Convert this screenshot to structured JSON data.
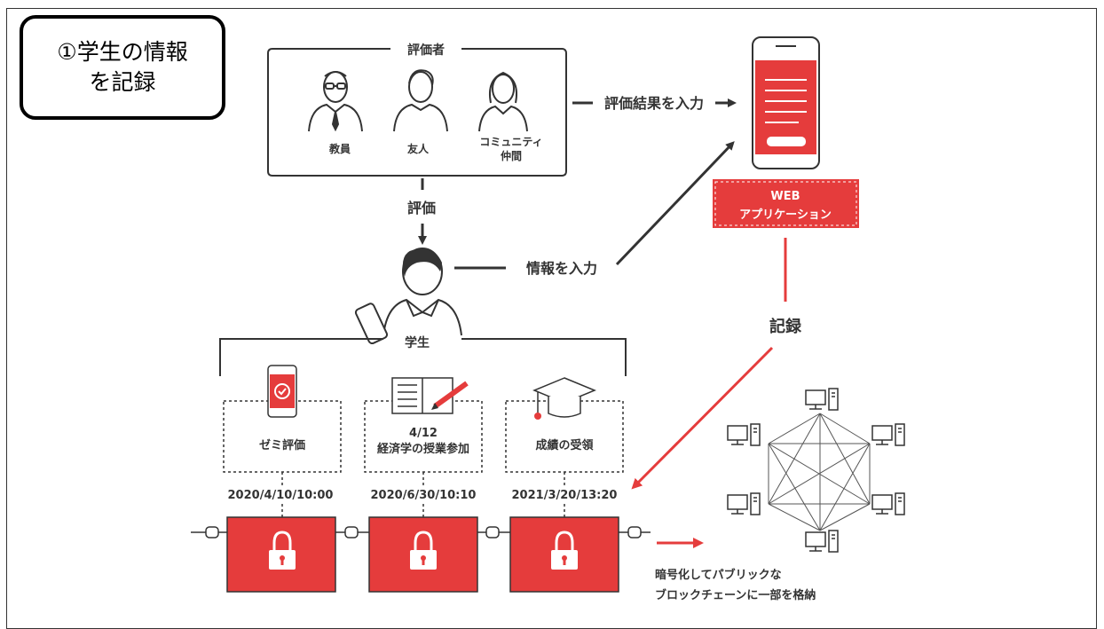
{
  "step": {
    "label": "①学生の情報\nを記録"
  },
  "evaluators": {
    "title": "評価者",
    "people": [
      {
        "label": "教員"
      },
      {
        "label": "友人"
      },
      {
        "label": "コミュニティ",
        "label2": "仲間"
      }
    ]
  },
  "flows": {
    "enter_results": "評価結果を入力",
    "evaluate": "評価",
    "enter_info": "情報を入力",
    "record": "記録"
  },
  "app": {
    "line1": "WEB",
    "line2": "アプリケーション"
  },
  "student": {
    "label": "学生"
  },
  "activities": [
    {
      "label": "ゼミ評価",
      "timestamp": "2020/4/10/10:00"
    },
    {
      "label_top": "4/12",
      "label": "経済学の授業参加",
      "timestamp": "2020/6/30/10:10"
    },
    {
      "label": "成績の受領",
      "timestamp": "2021/3/20/13:20"
    }
  ],
  "blockchain": {
    "line1": "暗号化してパブリックな",
    "line2": "ブロックチェーンに一部を格納"
  },
  "colors": {
    "accent": "#e53c3c",
    "accent_dark": "#c93030",
    "ink": "#333333"
  }
}
